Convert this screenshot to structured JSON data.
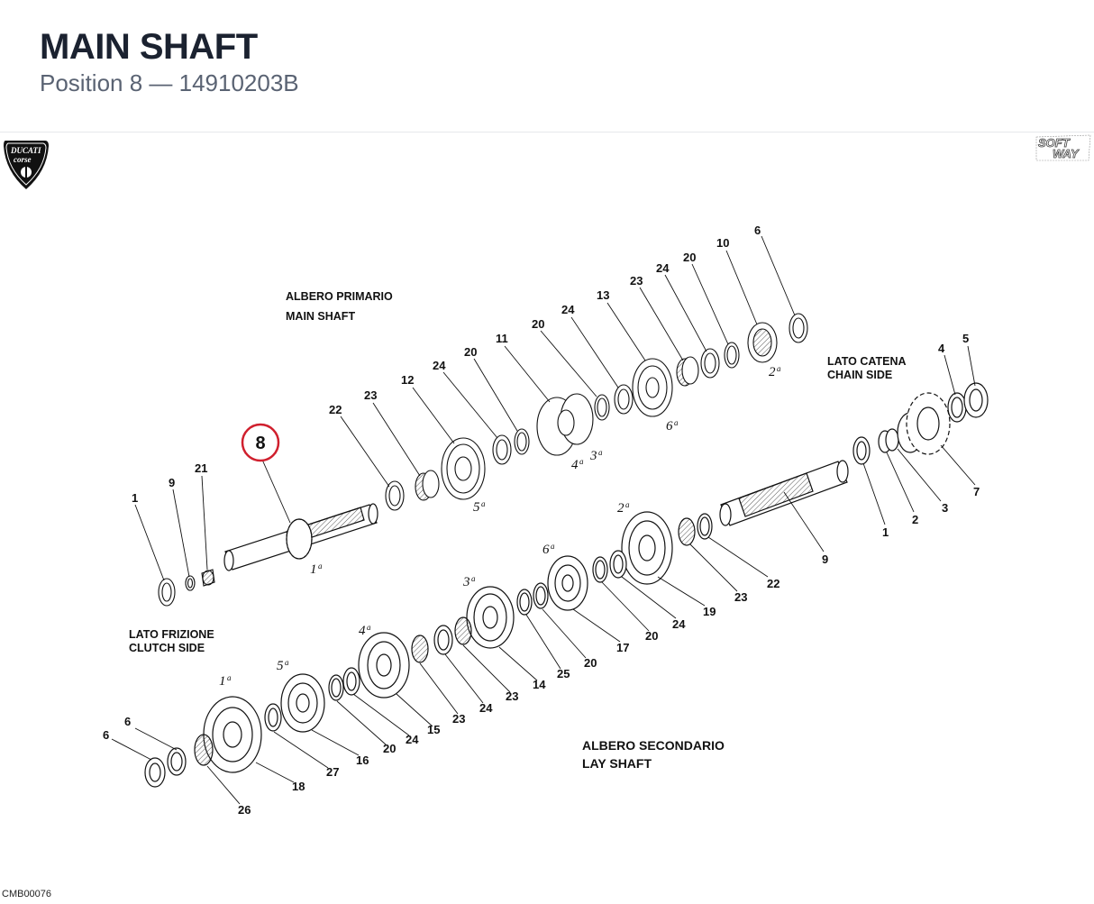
{
  "header": {
    "title": "MAIN SHAFT",
    "subtitle": "Position 8 — 14910203B"
  },
  "brand": {
    "logo_text_1": "DUCATI",
    "logo_text_2": "corse",
    "softway_1": "SOFT",
    "softway_2": "WAY"
  },
  "captions": {
    "main_it": "ALBERO PRIMARIO",
    "main_en": "MAIN SHAFT",
    "chain_it": "LATO CATENA",
    "chain_en": "CHAIN SIDE",
    "clutch_it": "LATO FRIZIONE",
    "clutch_en": "CLUTCH SIDE",
    "lay_it": "ALBERO SECONDARIO",
    "lay_en": "LAY SHAFT"
  },
  "highlight": {
    "position": "8",
    "color": "#d0202e"
  },
  "drawing_code": "CMB00076",
  "main_shaft_labels": [
    "1",
    "9",
    "21",
    "22",
    "23",
    "12",
    "24",
    "20",
    "11",
    "20",
    "24",
    "13",
    "23",
    "24",
    "20",
    "10",
    "6",
    "4",
    "5",
    "1",
    "2",
    "3",
    "7",
    "9",
    "22",
    "23"
  ],
  "lay_shaft_labels": [
    "19",
    "24",
    "20",
    "17",
    "20",
    "25",
    "14",
    "23",
    "24",
    "23",
    "15",
    "24",
    "20",
    "16",
    "27",
    "18",
    "26",
    "6",
    "6"
  ],
  "gear_marks": [
    {
      "n": "1",
      "s": "a"
    },
    {
      "n": "5",
      "s": "a"
    },
    {
      "n": "4",
      "s": "a"
    },
    {
      "n": "3",
      "s": "a"
    },
    {
      "n": "6",
      "s": "a"
    },
    {
      "n": "2",
      "s": "a"
    },
    {
      "n": "2",
      "s": "a"
    },
    {
      "n": "6",
      "s": "a"
    },
    {
      "n": "3",
      "s": "a"
    },
    {
      "n": "4",
      "s": "a"
    },
    {
      "n": "5",
      "s": "a"
    },
    {
      "n": "1",
      "s": "a"
    }
  ]
}
